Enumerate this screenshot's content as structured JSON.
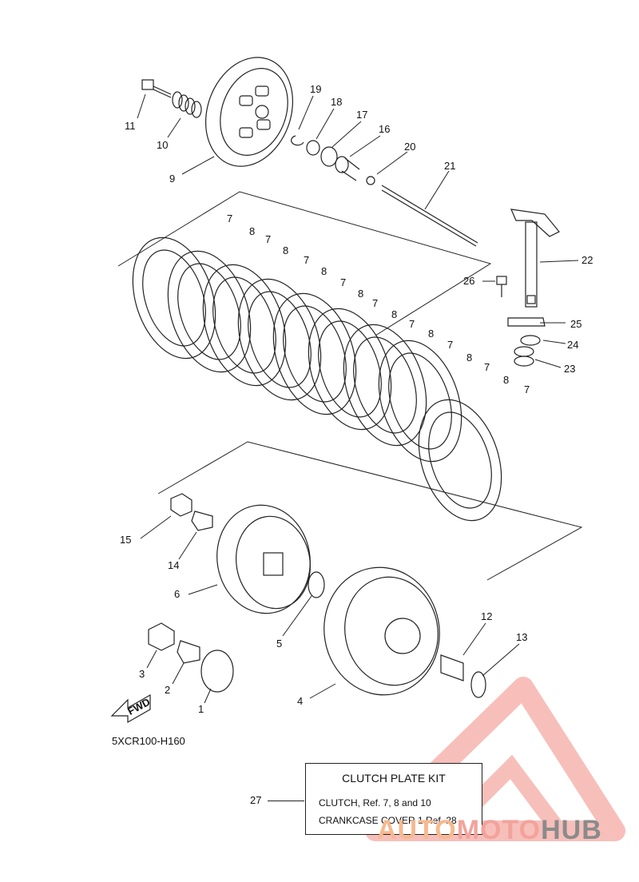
{
  "diagram_code": "5XCR100-H160",
  "kit": {
    "ref": "27",
    "title": "CLUTCH PLATE KIT",
    "line1": "CLUTCH, Ref.  7, 8 and 10",
    "line2": "CRANKCASE COVER 1 Ref. 28"
  },
  "fwd_label": "FWD",
  "watermark": {
    "part1": "AUTO",
    "part2": "MOTO",
    "part3": "HUB",
    "colors": {
      "orange": "#f6b98f",
      "red": "#f2a39b",
      "gray": "#8b8b8b"
    }
  },
  "callouts": [
    {
      "id": "c11",
      "label": "11"
    },
    {
      "id": "c10",
      "label": "10"
    },
    {
      "id": "c9",
      "label": "9"
    },
    {
      "id": "c19",
      "label": "19"
    },
    {
      "id": "c18",
      "label": "18"
    },
    {
      "id": "c17",
      "label": "17"
    },
    {
      "id": "c16",
      "label": "16"
    },
    {
      "id": "c20",
      "label": "20"
    },
    {
      "id": "c21",
      "label": "21"
    },
    {
      "id": "c22",
      "label": "22"
    },
    {
      "id": "c26",
      "label": "26"
    },
    {
      "id": "c25",
      "label": "25"
    },
    {
      "id": "c24",
      "label": "24"
    },
    {
      "id": "c23",
      "label": "23"
    },
    {
      "id": "c7a",
      "label": "7"
    },
    {
      "id": "c8a",
      "label": "8"
    },
    {
      "id": "c7b",
      "label": "7"
    },
    {
      "id": "c8b",
      "label": "8"
    },
    {
      "id": "c7c",
      "label": "7"
    },
    {
      "id": "c8c",
      "label": "8"
    },
    {
      "id": "c7d",
      "label": "7"
    },
    {
      "id": "c8d",
      "label": "8"
    },
    {
      "id": "c7e",
      "label": "7"
    },
    {
      "id": "c8e",
      "label": "8"
    },
    {
      "id": "c7f",
      "label": "7"
    },
    {
      "id": "c8f",
      "label": "8"
    },
    {
      "id": "c7g",
      "label": "7"
    },
    {
      "id": "c8g",
      "label": "8"
    },
    {
      "id": "c7h",
      "label": "7"
    },
    {
      "id": "c8h",
      "label": "8"
    },
    {
      "id": "c7i",
      "label": "7"
    },
    {
      "id": "c15",
      "label": "15"
    },
    {
      "id": "c14",
      "label": "14"
    },
    {
      "id": "c6",
      "label": "6"
    },
    {
      "id": "c5",
      "label": "5"
    },
    {
      "id": "c12",
      "label": "12"
    },
    {
      "id": "c13",
      "label": "13"
    },
    {
      "id": "c3",
      "label": "3"
    },
    {
      "id": "c2",
      "label": "2"
    },
    {
      "id": "c1",
      "label": "1"
    },
    {
      "id": "c4",
      "label": "4"
    }
  ]
}
